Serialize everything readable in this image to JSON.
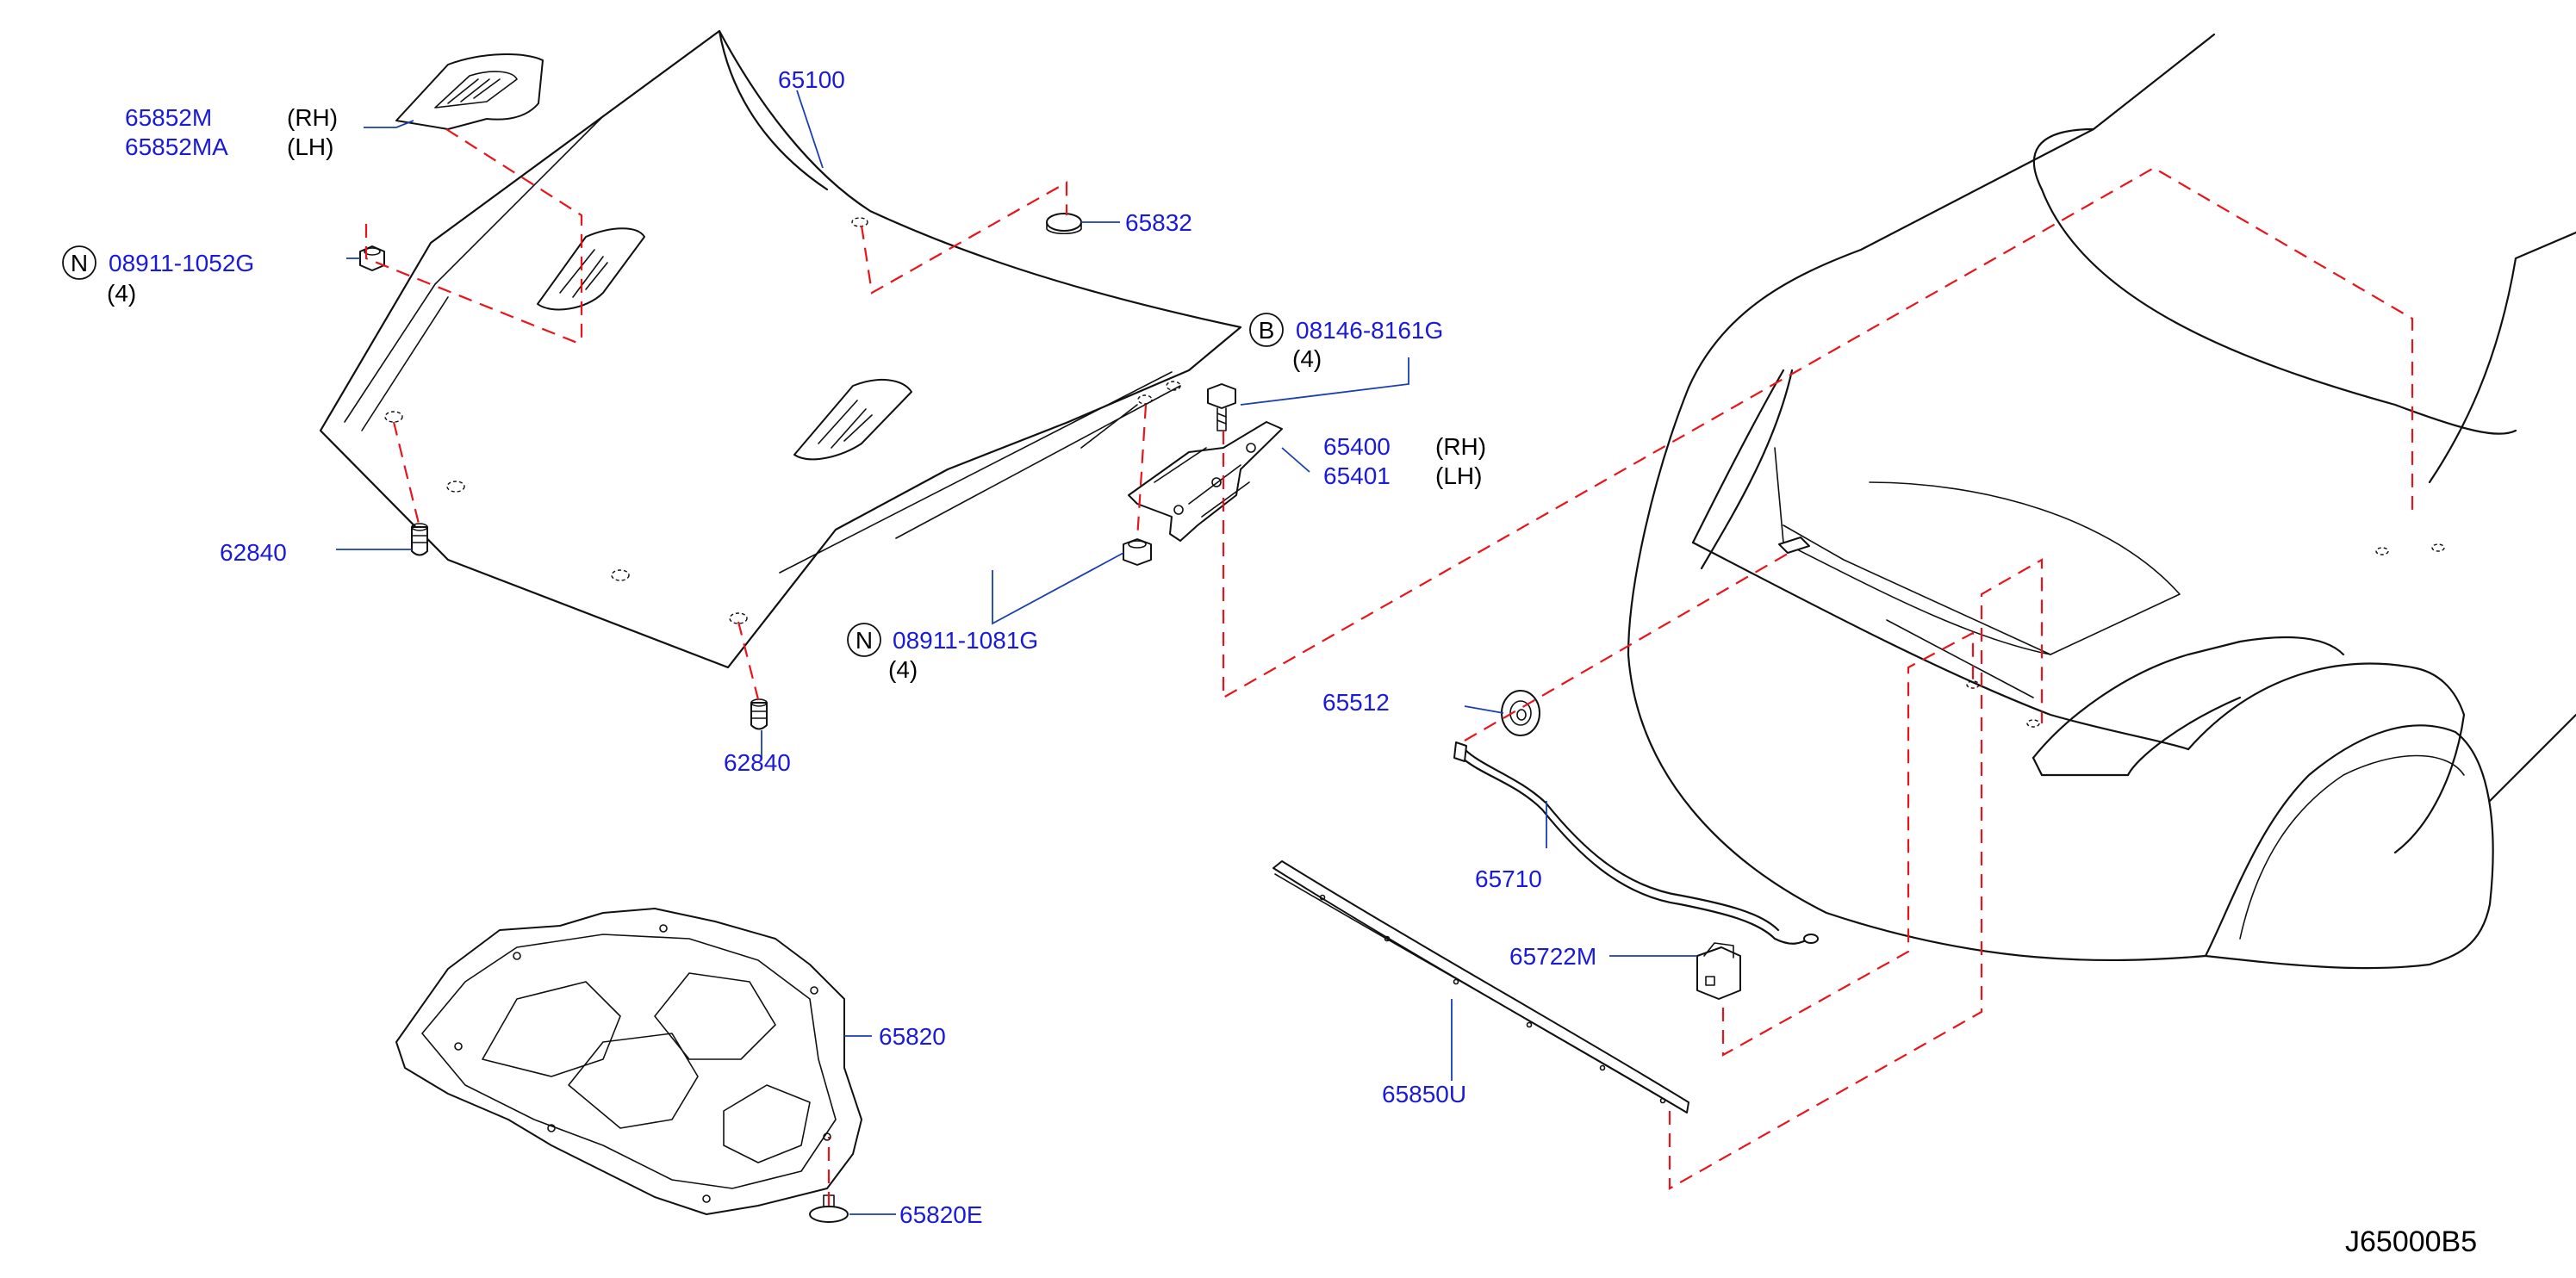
{
  "diagram_code": "J65000B5",
  "callouts": [
    {
      "id": "c-65852m",
      "part": "65852M",
      "side": "(RH)"
    },
    {
      "id": "c-65852ma",
      "part": "65852MA",
      "side": "(LH)"
    },
    {
      "id": "c-08911-1052g",
      "prefix": "N",
      "part": "08911-1052G",
      "qty": "(4)"
    },
    {
      "id": "c-65100",
      "part": "65100"
    },
    {
      "id": "c-65832",
      "part": "65832"
    },
    {
      "id": "c-08146-8161g",
      "prefix": "B",
      "part": "08146-8161G",
      "qty": "(4)"
    },
    {
      "id": "c-65400",
      "part": "65400",
      "side": "(RH)"
    },
    {
      "id": "c-65401",
      "part": "65401",
      "side": "(LH)"
    },
    {
      "id": "c-62840-a",
      "part": "62840"
    },
    {
      "id": "c-08911-1081g",
      "prefix": "N",
      "part": "08911-1081G",
      "qty": "(4)"
    },
    {
      "id": "c-62840-b",
      "part": "62840"
    },
    {
      "id": "c-65512",
      "part": "65512"
    },
    {
      "id": "c-65710",
      "part": "65710"
    },
    {
      "id": "c-65722m",
      "part": "65722M"
    },
    {
      "id": "c-65850u",
      "part": "65850U"
    },
    {
      "id": "c-65820",
      "part": "65820"
    },
    {
      "id": "c-65820e",
      "part": "65820E"
    }
  ],
  "colors": {
    "part_number": "#1a1ad9",
    "leader": "#1a3fb0",
    "phantom_line": "#e8141c",
    "outline": "#111111"
  }
}
